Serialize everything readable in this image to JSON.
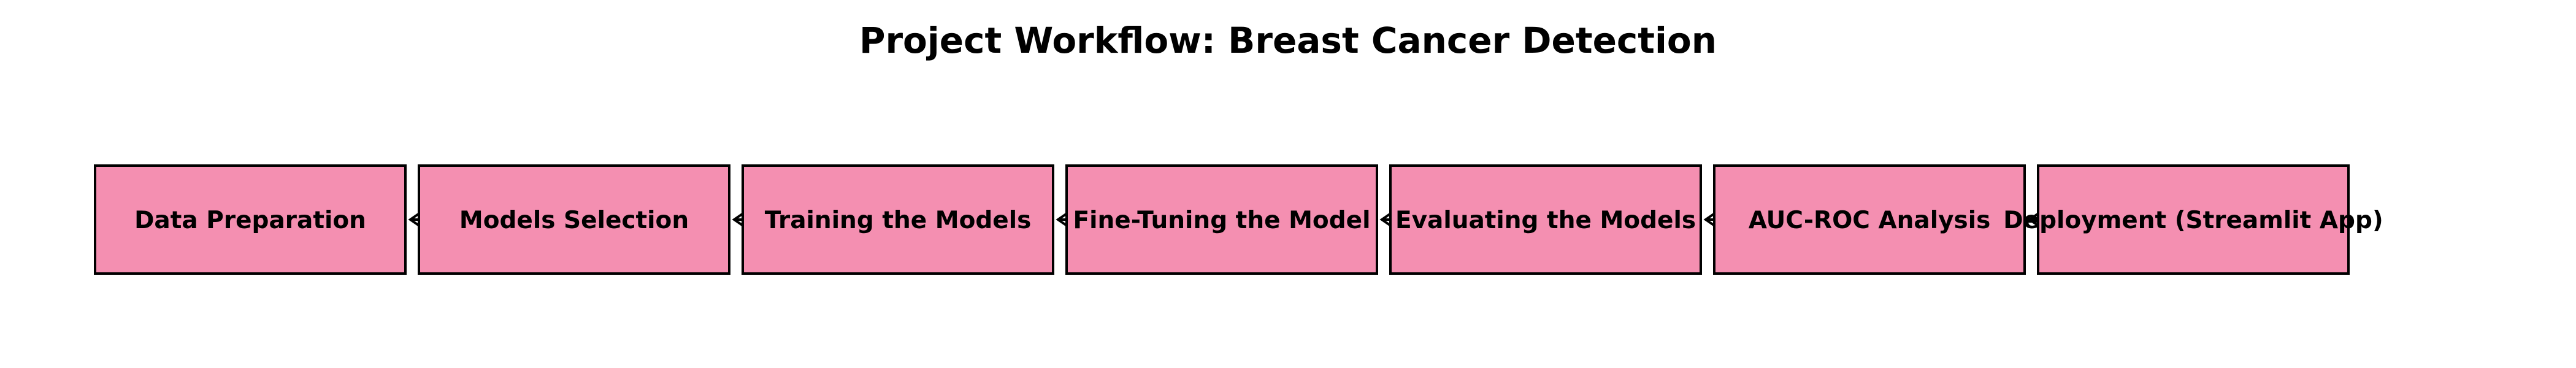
{
  "diagram": {
    "title": "Project Workflow: Breast Cancer Detection",
    "colors": {
      "box_fill": "#F48FB1",
      "box_stroke": "#000000",
      "arrow": "#000000",
      "text": "#000000"
    },
    "steps": [
      {
        "label": "Data Preparation"
      },
      {
        "label": "Models Selection"
      },
      {
        "label": "Training the Models"
      },
      {
        "label": "Fine-Tuning the Model"
      },
      {
        "label": "Evaluating the Models"
      },
      {
        "label": "AUC-ROC Analysis"
      },
      {
        "label": "Deployment (Streamlit App)"
      }
    ],
    "connectors": [
      {
        "from": 1,
        "to": 0,
        "style": "arrowhead-left"
      },
      {
        "from": 2,
        "to": 1,
        "style": "arrowhead-left"
      },
      {
        "from": 3,
        "to": 2,
        "style": "arrowhead-left"
      },
      {
        "from": 4,
        "to": 3,
        "style": "arrowhead-left"
      },
      {
        "from": 5,
        "to": 4,
        "style": "arrowhead-left"
      },
      {
        "from": 6,
        "to": 5,
        "style": "arrowhead-left"
      }
    ]
  }
}
